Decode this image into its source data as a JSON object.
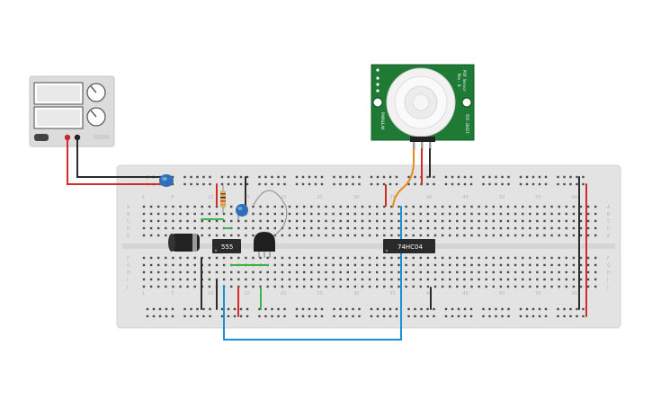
{
  "breadboard": {
    "column_numbers": [
      "1",
      "5",
      "10",
      "15",
      "20",
      "25",
      "30",
      "35",
      "40",
      "45",
      "50",
      "55",
      "60"
    ],
    "row_letters_top": [
      "A",
      "B",
      "C",
      "D",
      "E"
    ],
    "row_letters_bottom": [
      "F",
      "G",
      "H",
      "I",
      "J"
    ]
  },
  "components": {
    "timer_chip_label": "555",
    "inverter_chip_label": "74HC04",
    "pir_sensor": {
      "label_top": "PIR Sensor",
      "label_rev": "Rev. B",
      "label_part": "555-28027",
      "label_maker": "PARALLAX"
    }
  },
  "colors": {
    "wire_red": "#d42a2a",
    "wire_black": "#2b2b2b",
    "wire_blue": "#1d8fd6",
    "wire_orange": "#e8891c",
    "wire_green": "#3fb24a",
    "pcb_green": "#1f7a35",
    "breadboard": "#e3e3e3"
  }
}
